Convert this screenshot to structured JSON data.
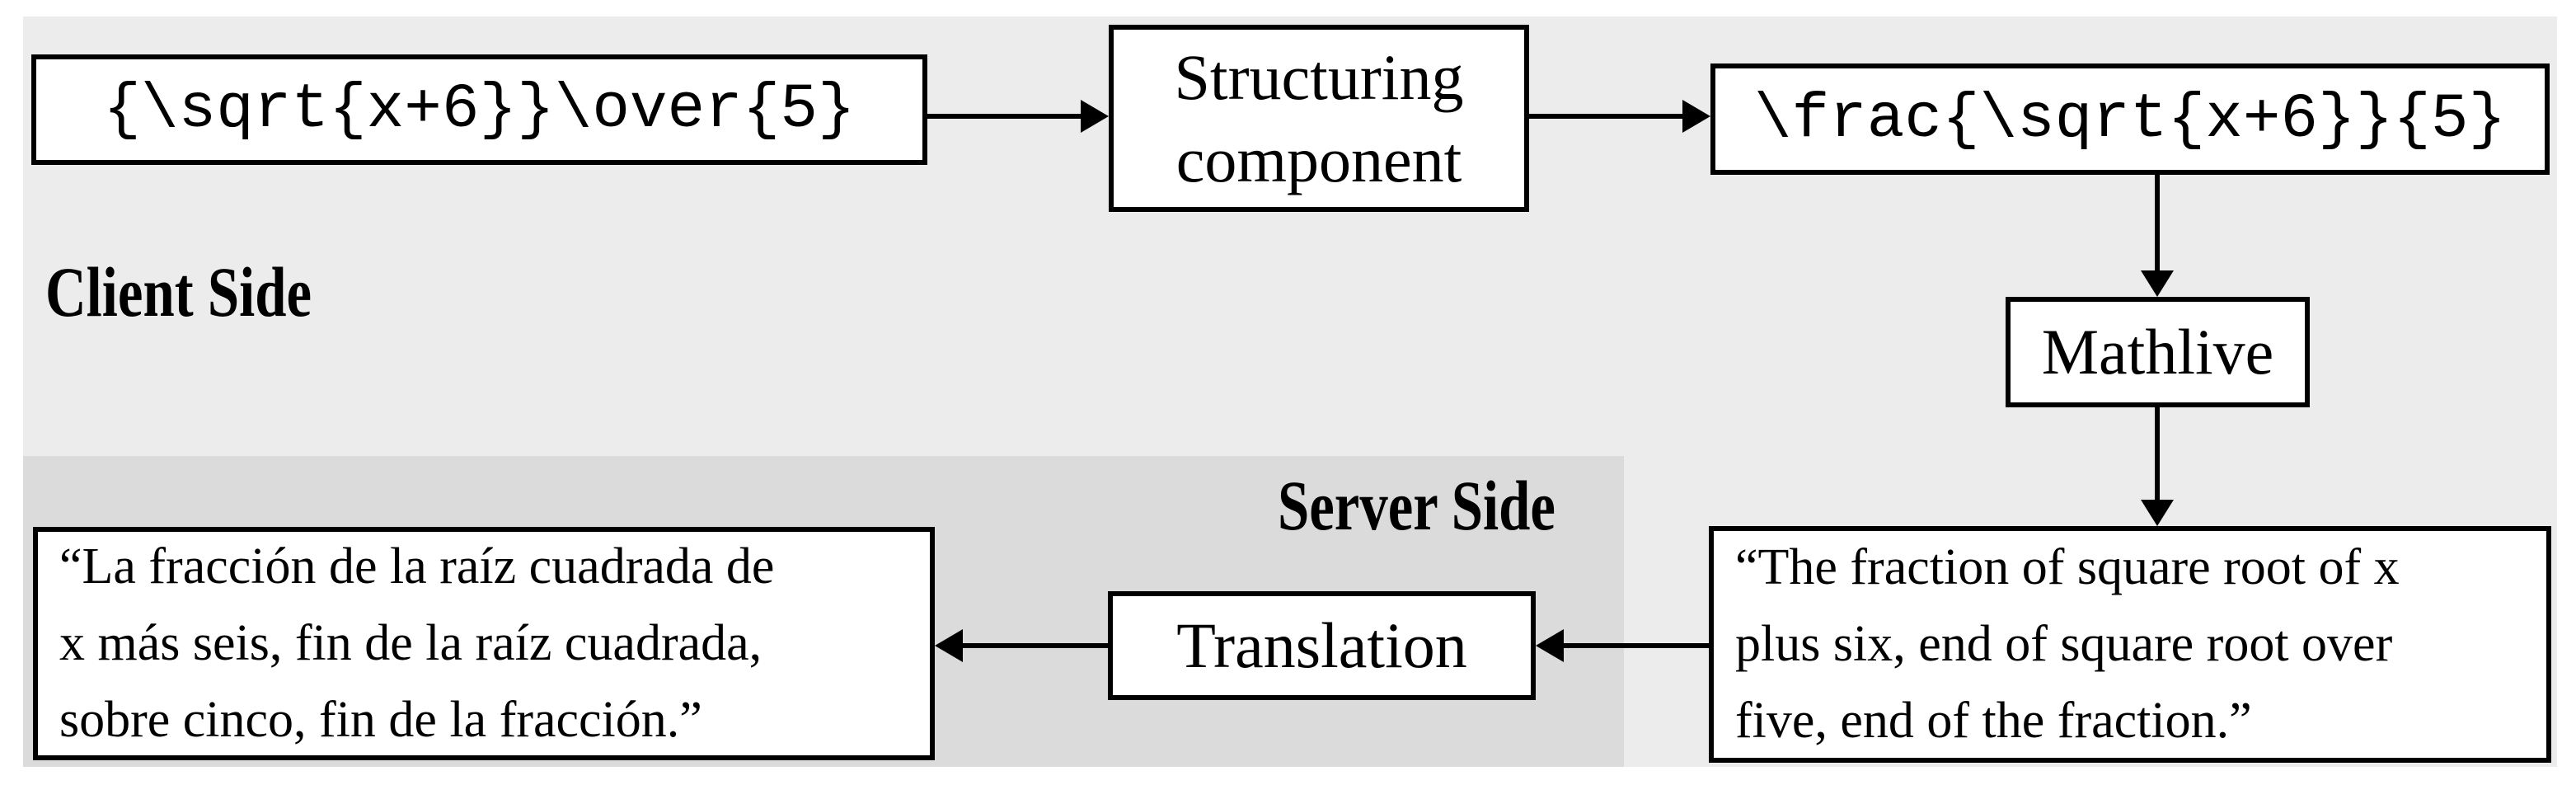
{
  "zones": {
    "client": {
      "label": "Client Side"
    },
    "server": {
      "label": "Server Side"
    }
  },
  "nodes": {
    "latex_input": {
      "text": "{\\sqrt{x+6}}\\over{5}"
    },
    "structuring_component": {
      "label": "Structuring component"
    },
    "latex_structured": {
      "text": "\\frac{\\sqrt{x+6}}{5}"
    },
    "mathlive": {
      "label": "Mathlive"
    },
    "english_speech": {
      "lines": [
        "“The fraction of square root of x",
        "plus six, end of square root over",
        "five, end of the fraction.”"
      ]
    },
    "translation": {
      "label": "Translation"
    },
    "spanish_speech": {
      "lines": [
        "“La fracción de la raíz cuadrada de",
        "x más seis, fin de la raíz cuadrada,",
        "sobre cinco, fin de la fracción.”"
      ]
    }
  },
  "colors": {
    "page_background": "#FFFFFF",
    "client_panel": "#ECECEC",
    "server_panel": "#DBDBDB",
    "box_fill": "#FFFFFF",
    "line_and_text": "#000000"
  }
}
